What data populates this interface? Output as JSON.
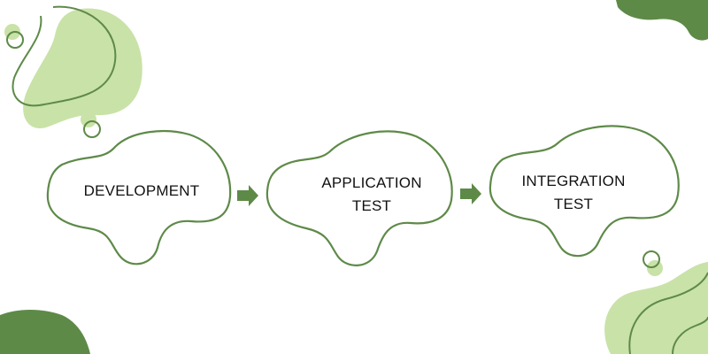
{
  "colors": {
    "light_green": "#c9e2a8",
    "dark_green": "#5e8a48",
    "outline": "#5e8a48",
    "arrow": "#5e8a48",
    "text": "#111111",
    "background": "#ffffff"
  },
  "steps": [
    {
      "label": "DEVELOPMENT"
    },
    {
      "label": "APPLICATION\nTEST"
    },
    {
      "label": "INTEGRATION\nTEST"
    }
  ],
  "arrows": [
    {
      "from": 0,
      "to": 1,
      "icon": "right-arrow-icon"
    },
    {
      "from": 1,
      "to": 2,
      "icon": "right-arrow-icon"
    }
  ]
}
